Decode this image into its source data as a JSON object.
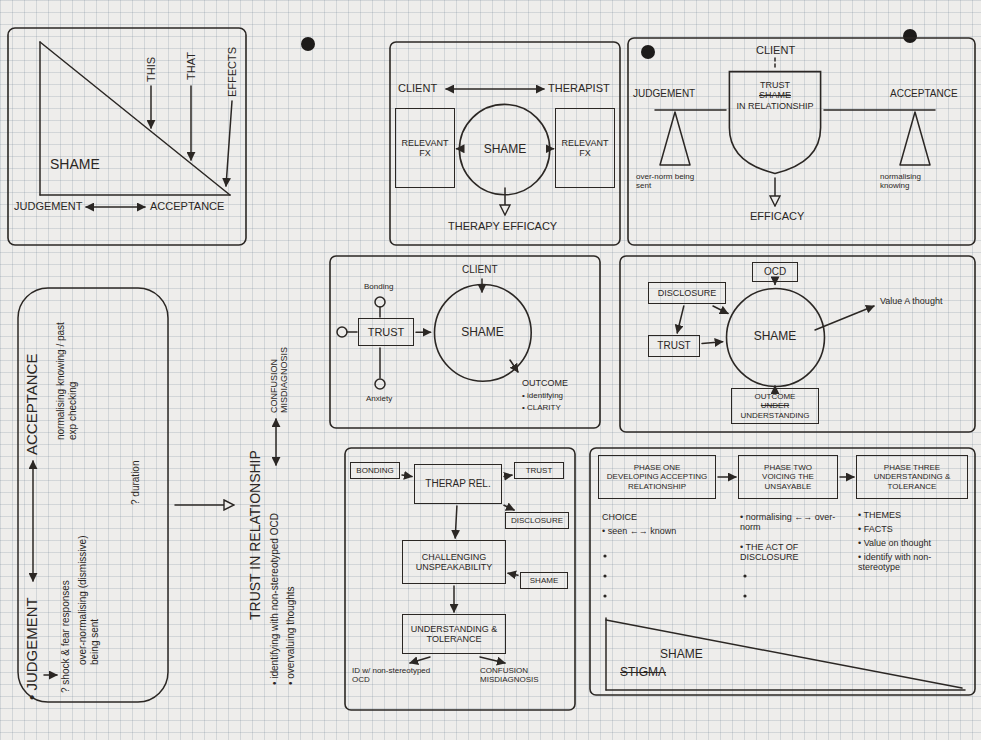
{
  "diagram": {
    "nodes": [
      {
        "text": [
          "RELEVANT FX"
        ]
      },
      {
        "text": [
          "SHAME"
        ]
      },
      {
        "text": [
          "RELEVANT FX"
        ]
      },
      {
        "text": [
          "TRUST",
          "SHAME",
          "IN RELATIONSHIP"
        ]
      },
      {
        "text": [
          "TRUST"
        ]
      },
      {
        "text": [
          "SHAME"
        ]
      },
      {
        "text": [
          "OCD"
        ]
      },
      {
        "text": [
          "DISCLOSURE"
        ]
      },
      {
        "text": [
          "SHAME"
        ]
      },
      {
        "text": [
          "TRUST"
        ]
      },
      {
        "text": [
          "OUTCOME",
          "UNDER",
          "UNDERSTANDING"
        ]
      },
      {
        "text": [
          "BONDING"
        ]
      },
      {
        "text": [
          "THERAP REL."
        ]
      },
      {
        "text": [
          "TRUST"
        ]
      },
      {
        "text": [
          "DISCLOSURE"
        ]
      },
      {
        "text": [
          "CHALLENGING UNSPEAKABILITY"
        ]
      },
      {
        "text": [
          "SHAME"
        ]
      },
      {
        "text": [
          "UNDERSTANDING & TOLERANCE"
        ]
      },
      {
        "text": [
          "PHASE ONE",
          "DEVELOPING ACCEPTING RELATIONSHIP"
        ]
      },
      {
        "text": [
          "PHASE TWO",
          "VOICING THE UNSAYABLE"
        ]
      },
      {
        "text": [
          "PHASE THREE",
          "UNDERSTANDING & TOLERANCE"
        ]
      }
    ],
    "edges": [
      {
        "from": 0,
        "to": 1,
        "arrow": "to"
      },
      {
        "from": 2,
        "to": 1,
        "arrow": "to"
      },
      {
        "from": 4,
        "to": 5,
        "arrow": "to"
      },
      {
        "from": 6,
        "to": 8,
        "arrow": "to"
      },
      {
        "from": 7,
        "to": 8,
        "arrow": "to"
      },
      {
        "from": 7,
        "to": 9,
        "arrow": "to"
      },
      {
        "from": 9,
        "to": 8,
        "arrow": "to"
      },
      {
        "from": 8,
        "to": 10,
        "arrow": "to"
      },
      {
        "from": 11,
        "to": 12,
        "arrow": "to"
      },
      {
        "from": 12,
        "to": 13,
        "arrow": "to"
      },
      {
        "from": 12,
        "to": 14,
        "arrow": "to"
      },
      {
        "from": 12,
        "to": 15,
        "arrow": "to"
      },
      {
        "from": 16,
        "to": 15,
        "arrow": "to"
      },
      {
        "from": 15,
        "to": 17,
        "arrow": "to"
      },
      {
        "from": 18,
        "to": 19,
        "arrow": "to"
      },
      {
        "from": 19,
        "to": 20,
        "arrow": "to"
      }
    ],
    "labels": [
      "THIS",
      "THAT",
      "EFFECTS",
      "SHAME",
      "JUDGEMENT",
      "ACCEPTANCE",
      "CLIENT",
      "THERAPIST",
      "THERAPY EFFICACY",
      "CLIENT",
      "JUDGEMENT",
      "ACCEPTANCE",
      "over-norm being sent",
      "normalising knowing",
      "EFFICACY",
      "• JUDGEMENT",
      "ACCEPTANCE",
      "? shock & fear responses",
      "over-normalising (dismissive) being sent",
      "normalising knowing / past exp checking",
      "? duration",
      "TRUST IN RELATIONSHIP",
      "• identifying with non-stereotyped OCD",
      "CONFUSION MISDIAGNOSIS",
      "• overvaluing thoughts",
      "CLIENT",
      "Bonding",
      "Anxiety",
      "OUTCOME",
      "• identifying",
      "• CLARITY",
      "Value A thought",
      "ID w/ non-stereotyped OCD",
      "CONFUSION MISDIAGNOSIS",
      "CHOICE",
      "• seen ←→ known",
      "• normalising ←→ over-norm",
      "• THE ACT OF DISCLOSURE",
      "• THEMES",
      "• FACTS",
      "• Value on thought",
      "• identify with non-stereotype",
      "SHAME",
      "STIGMA"
    ]
  }
}
